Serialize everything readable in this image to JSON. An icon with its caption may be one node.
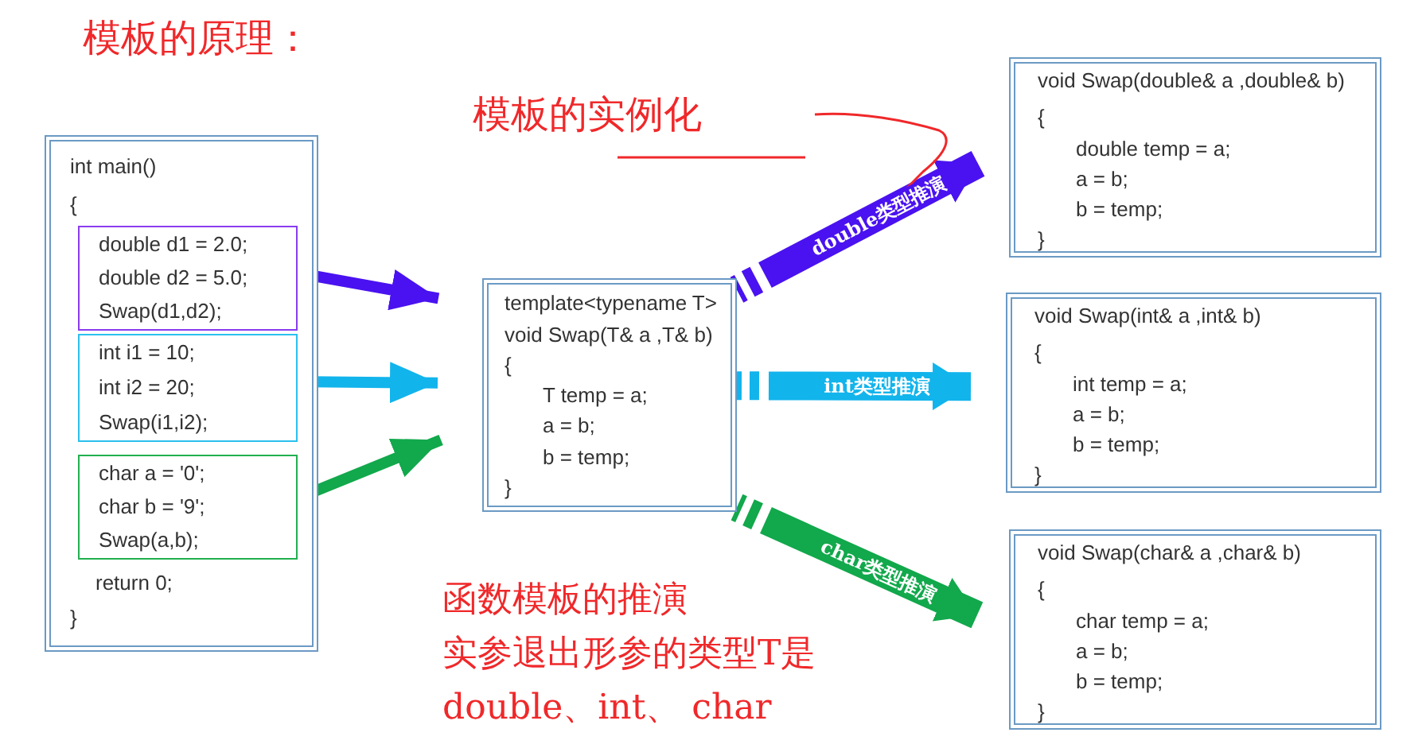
{
  "diagram": {
    "title": "模板的原理：",
    "nodes": [
      {
        "text": [
          "int main()",
          "{",
          "return 0;",
          "}"
        ]
      },
      {
        "text": [
          "double d1 = 2.0;",
          "double d2 = 5.0;",
          "Swap(d1,d2);"
        ],
        "in": 0
      },
      {
        "text": [
          "int i1 = 10;",
          "int i2 = 20;",
          "Swap(i1,i2);"
        ],
        "in": 0
      },
      {
        "text": [
          "char a = '0';",
          "char b = '9';",
          "Swap(a,b);"
        ],
        "in": 0
      },
      {
        "text": [
          "template<typename T>",
          "void Swap(T& a ,T& b)",
          "{",
          "T temp = a;",
          "a = b;",
          "b = temp;",
          "}"
        ]
      },
      {
        "text": [
          "void Swap(double& a ,double& b)",
          "{",
          "double temp = a;",
          "a = b;",
          "b = temp;",
          "}"
        ]
      },
      {
        "text": [
          "void Swap(int& a ,int& b)",
          "{",
          "int temp = a;",
          "a = b;",
          "b = temp;",
          "}"
        ]
      },
      {
        "text": [
          "void Swap(char& a ,char& b)",
          "{",
          "char temp = a;",
          "a = b;",
          "b = temp;",
          "}"
        ]
      }
    ],
    "edges": [
      {
        "from": 1,
        "to": 4,
        "arrow": "to",
        "color": "#4a12f0"
      },
      {
        "from": 2,
        "to": 4,
        "arrow": "to",
        "color": "#12b4ec"
      },
      {
        "from": 3,
        "to": 4,
        "arrow": "to",
        "color": "#12a84c"
      },
      {
        "from": 4,
        "to": 5,
        "arrow": "to",
        "label": "double类型推演",
        "style": "thick",
        "color": "#4a12f0"
      },
      {
        "from": 4,
        "to": 6,
        "arrow": "to",
        "label": "int类型推演",
        "style": "thick",
        "color": "#12b4ec"
      },
      {
        "from": 4,
        "to": 7,
        "arrow": "to",
        "label": "char类型推演",
        "style": "thick",
        "color": "#12a84c"
      }
    ],
    "labels": [
      "模板的实例化",
      "函数模板的推演",
      "实参退出形参的类型T是",
      "double、int、 char"
    ]
  }
}
